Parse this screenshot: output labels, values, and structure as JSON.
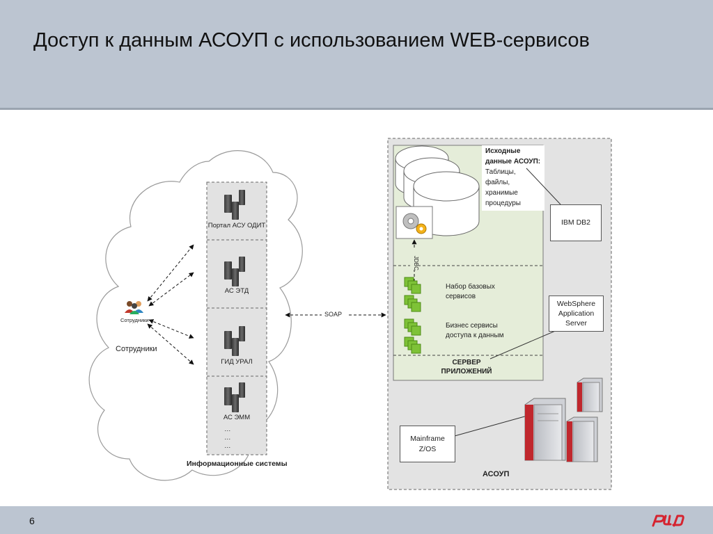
{
  "title": "Доступ к данным АСОУП с использованием  WEB-сервисов",
  "page_number": "6",
  "employees": {
    "icon_caption": "Сотрудники",
    "label": "Сотрудники"
  },
  "info_systems": {
    "items": [
      "Портал АСУ ОДИТ",
      "АС ЭТД",
      "ГИД УРАЛ",
      "АС ЭММ"
    ],
    "ellipsis": "…",
    "caption": "Информационные системы"
  },
  "soap_label": "SOAP",
  "jdbc_label": "JDBC",
  "source_data": {
    "title_line1": "Исходные",
    "title_line2": "данные АСОУП:",
    "line3": "Таблицы,",
    "line4": "файлы,",
    "line5": "хранимые",
    "line6": "процедуры"
  },
  "services": {
    "base_line1": "Набор базовых",
    "base_line2": "сервисов",
    "biz_line1": "Бизнес сервисы",
    "biz_line2": "доступа к данным"
  },
  "app_server": {
    "line1": "СЕРВЕР",
    "line2": "ПРИЛОЖЕНИЙ"
  },
  "db2_label": "IBM DB2",
  "websphere": {
    "line1": "WebSphere",
    "line2": "Application",
    "line3": "Server"
  },
  "mainframe": {
    "line1": "Mainframe",
    "line2": "Z/OS"
  },
  "asoup_label": "АСОУП",
  "logo_text": "РЖД",
  "colors": {
    "header": "#bcc5d1",
    "panel_gray": "#e3e3e3",
    "app_server_green": "#e5edd9",
    "service_green": "#7ec237",
    "mainframe_red": "#c0272d",
    "logo_red": "#d5232f"
  }
}
